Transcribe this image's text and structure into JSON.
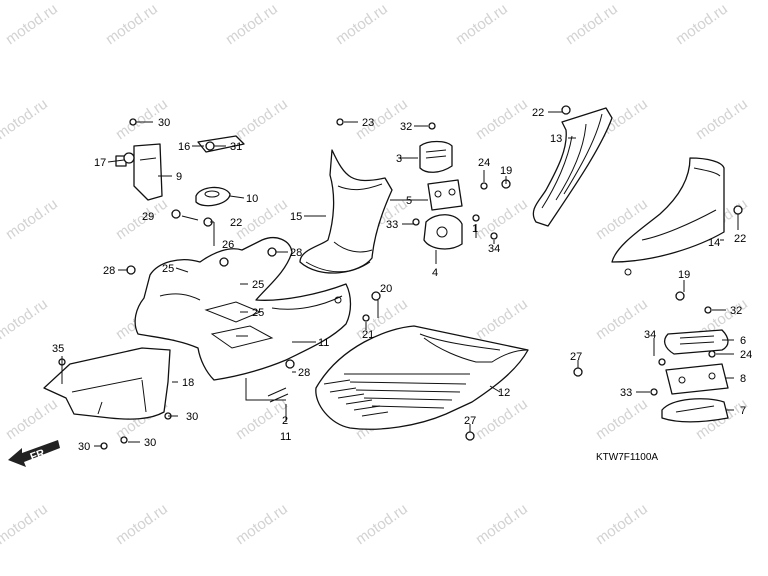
{
  "watermark": "motod.ru",
  "diagram_code": "KTW7F1100A",
  "direction_label": "FR.",
  "callouts": {
    "c1": "1",
    "c2": "2",
    "c3": "3",
    "c4": "4",
    "c5": "5",
    "c6": "6",
    "c7": "7",
    "c8": "8",
    "c9": "9",
    "c10": "10",
    "c11a": "11",
    "c11b": "11",
    "c12": "12",
    "c13": "13",
    "c14": "14",
    "c15": "15",
    "c16": "16",
    "c17": "17",
    "c18": "18",
    "c19a": "19",
    "c19b": "19",
    "c20": "20",
    "c21": "21",
    "c22a": "22",
    "c22b": "22",
    "c22c": "22",
    "c23": "23",
    "c24a": "24",
    "c24b": "24",
    "c25a": "25",
    "c25b": "25",
    "c25c": "25",
    "c26": "26",
    "c27a": "27",
    "c27b": "27",
    "c28a": "28",
    "c28b": "28",
    "c28c": "28",
    "c29": "29",
    "c30a": "30",
    "c30b": "30",
    "c30c": "30",
    "c30d": "30",
    "c31": "31",
    "c32a": "32",
    "c32b": "32",
    "c33a": "33",
    "c33b": "33",
    "c34a": "34",
    "c34b": "34",
    "c35": "35"
  }
}
